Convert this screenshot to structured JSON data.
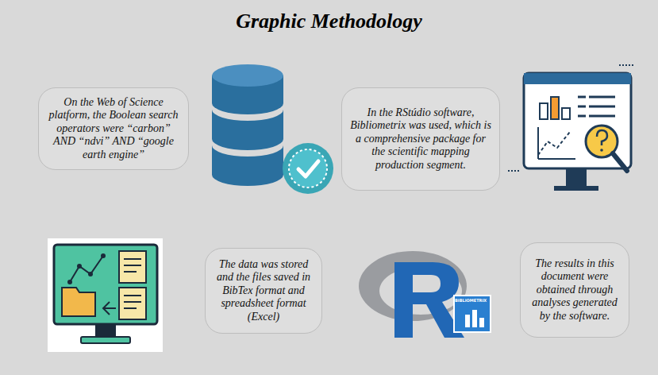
{
  "diagram": {
    "title": "Graphic Methodology",
    "nodes": [
      {
        "text": [
          "On the Web of Science platform, the Boolean search operators were “carbon” AND “ndvi” AND “google earth engine”"
        ]
      },
      {
        "text": [
          "In the RStúdio software, Bibliometrix was used, which is a comprehensive package for the scientific mapping production segment."
        ]
      },
      {
        "text": [
          "The data was stored and the files saved in BibTex format and spreadsheet format (Excel)"
        ]
      },
      {
        "text": [
          "The results in this document were obtained through analyses generated by the software."
        ]
      }
    ],
    "labels": [
      "BIBLIOMETRIX"
    ]
  }
}
